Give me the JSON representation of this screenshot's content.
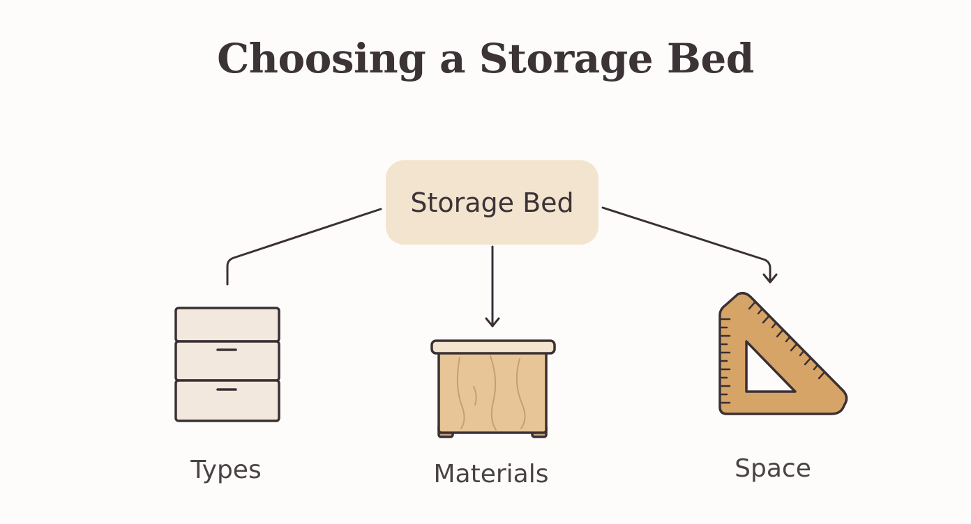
{
  "diagram": {
    "title": "Choosing a Storage Bed",
    "center": {
      "label": "Storage Bed"
    },
    "branches": [
      {
        "label": "Types",
        "icon": "drawer-cabinet-icon"
      },
      {
        "label": "Materials",
        "icon": "wooden-nightstand-icon"
      },
      {
        "label": "Space",
        "icon": "set-square-ruler-icon"
      }
    ]
  },
  "colors": {
    "hub_fill": "#f3e4cf",
    "drawer_fill": "#f3e8dd",
    "wood_fill": "#e8c596",
    "ruler_fill": "#d7a467",
    "outline": "#3a3034"
  }
}
